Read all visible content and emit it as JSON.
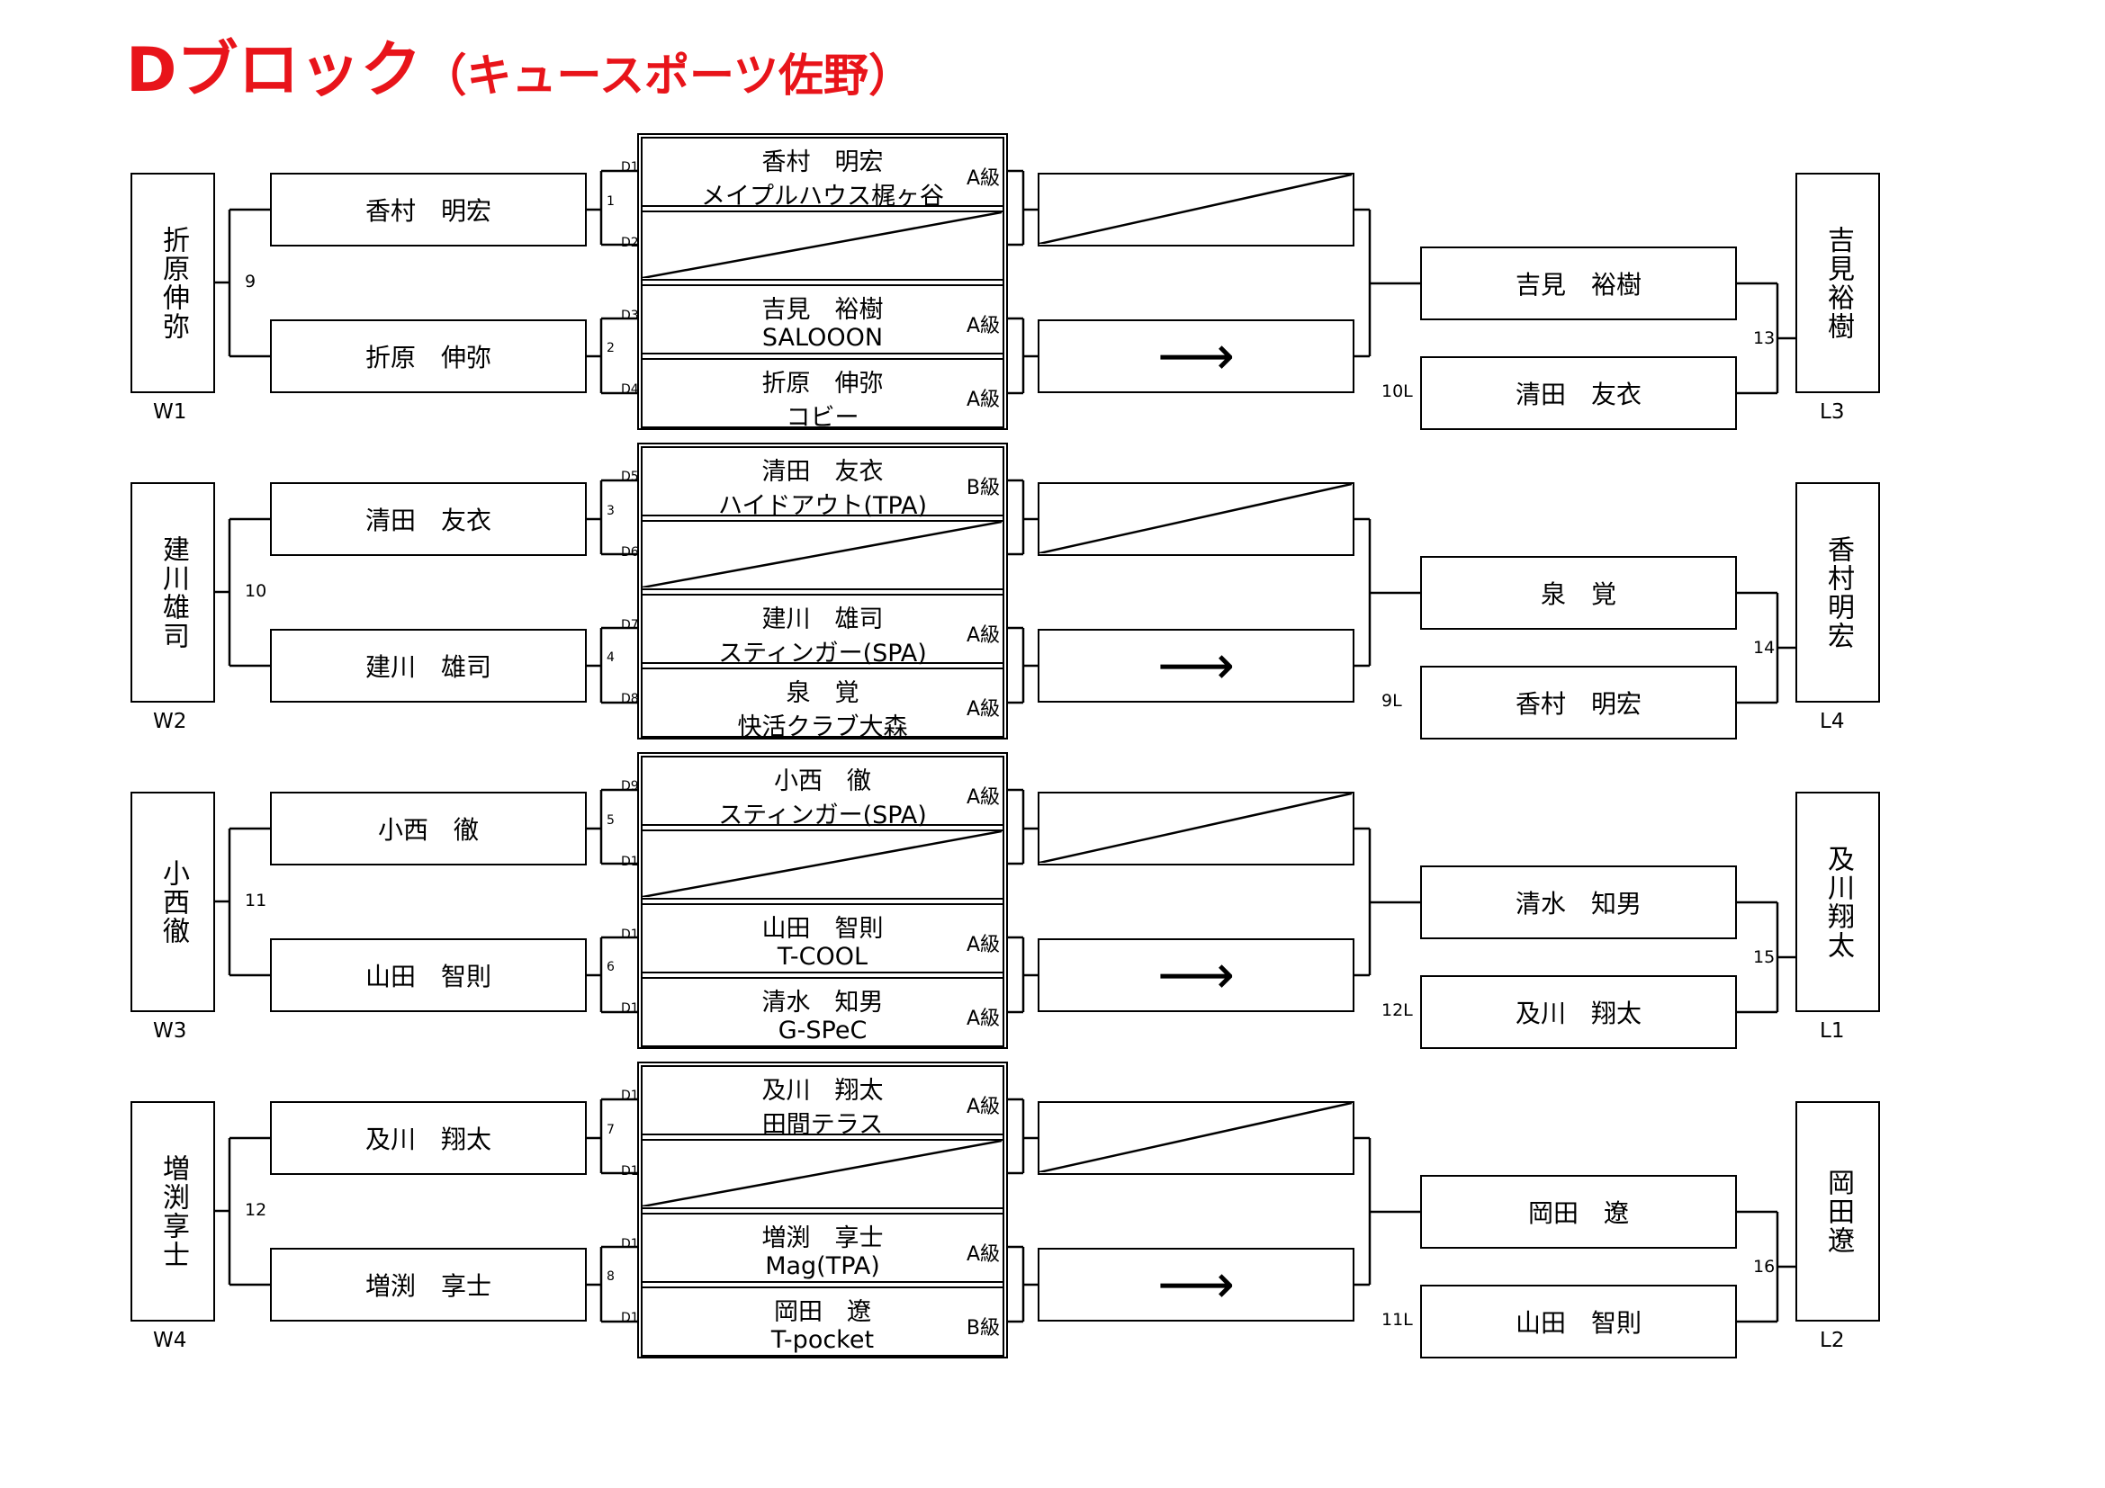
{
  "title": {
    "main": "Dブロック",
    "sub": "（キュースポーツ佐野）"
  },
  "sections": [
    {
      "left_v": "折原伸弥",
      "left_label": "W1",
      "left_num": "9",
      "r1": [
        "香村　明宏",
        "折原　伸弥"
      ],
      "r1_nums": [
        "1",
        "2"
      ],
      "codes": [
        "D1",
        "D2",
        "D3",
        "D4"
      ],
      "entries": [
        {
          "name": "香村　明宏",
          "club": "メイプルハウス梶ヶ谷",
          "grade": "A級"
        },
        null,
        {
          "name": "吉見　裕樹",
          "club": "SALOOON",
          "grade": "A級"
        },
        {
          "name": "折原　伸弥",
          "club": "コビー",
          "grade": "A級"
        }
      ],
      "arrow": "⟶",
      "loser_label": "10L",
      "right_num": "13",
      "rnames": [
        "吉見　裕樹",
        "清田　友衣"
      ],
      "right_v": "吉見裕樹",
      "right_label": "L3"
    },
    {
      "left_v": "建川雄司",
      "left_label": "W2",
      "left_num": "10",
      "r1": [
        "清田　友衣",
        "建川　雄司"
      ],
      "r1_nums": [
        "3",
        "4"
      ],
      "codes": [
        "D5",
        "D6",
        "D7",
        "D8"
      ],
      "entries": [
        {
          "name": "清田　友衣",
          "club": "ハイドアウト(TPA)",
          "grade": "B級"
        },
        null,
        {
          "name": "建川　雄司",
          "club": "スティンガー(SPA)",
          "grade": "A級"
        },
        {
          "name": "泉　覚",
          "club": "快活クラブ大森",
          "grade": "A級"
        }
      ],
      "arrow": "⟶",
      "loser_label": "9L",
      "right_num": "14",
      "rnames": [
        "泉　覚",
        "香村　明宏"
      ],
      "right_v": "香村明宏",
      "right_label": "L4"
    },
    {
      "left_v": "小西徹",
      "left_label": "W3",
      "left_num": "11",
      "r1": [
        "小西　徹",
        "山田　智則"
      ],
      "r1_nums": [
        "5",
        "6"
      ],
      "codes": [
        "D9",
        "D1",
        "D1",
        "D1"
      ],
      "entries": [
        {
          "name": "小西　徹",
          "club": "スティンガー(SPA)",
          "grade": "A級"
        },
        null,
        {
          "name": "山田　智則",
          "club": "T-COOL",
          "grade": "A級"
        },
        {
          "name": "清水　知男",
          "club": "G-SPeC",
          "grade": "A級"
        }
      ],
      "arrow": "⟶",
      "loser_label": "12L",
      "right_num": "15",
      "rnames": [
        "清水　知男",
        "及川　翔太"
      ],
      "right_v": "及川翔太",
      "right_label": "L1"
    },
    {
      "left_v": "増渕享士",
      "left_label": "W4",
      "left_num": "12",
      "r1": [
        "及川　翔太",
        "増渕　享士"
      ],
      "r1_nums": [
        "7",
        "8"
      ],
      "codes": [
        "D1",
        "D1",
        "D1",
        "D1"
      ],
      "entries": [
        {
          "name": "及川　翔太",
          "club": "田間テラス",
          "grade": "A級"
        },
        null,
        {
          "name": "増渕　享士",
          "club": "Mag(TPA)",
          "grade": "A級"
        },
        {
          "name": "岡田　遼",
          "club": "T-pocket",
          "grade": "B級"
        }
      ],
      "arrow": "⟶",
      "loser_label": "11L",
      "right_num": "16",
      "rnames": [
        "岡田　遼",
        "山田　智則"
      ],
      "right_v": "岡田遼",
      "right_label": "L2"
    }
  ]
}
